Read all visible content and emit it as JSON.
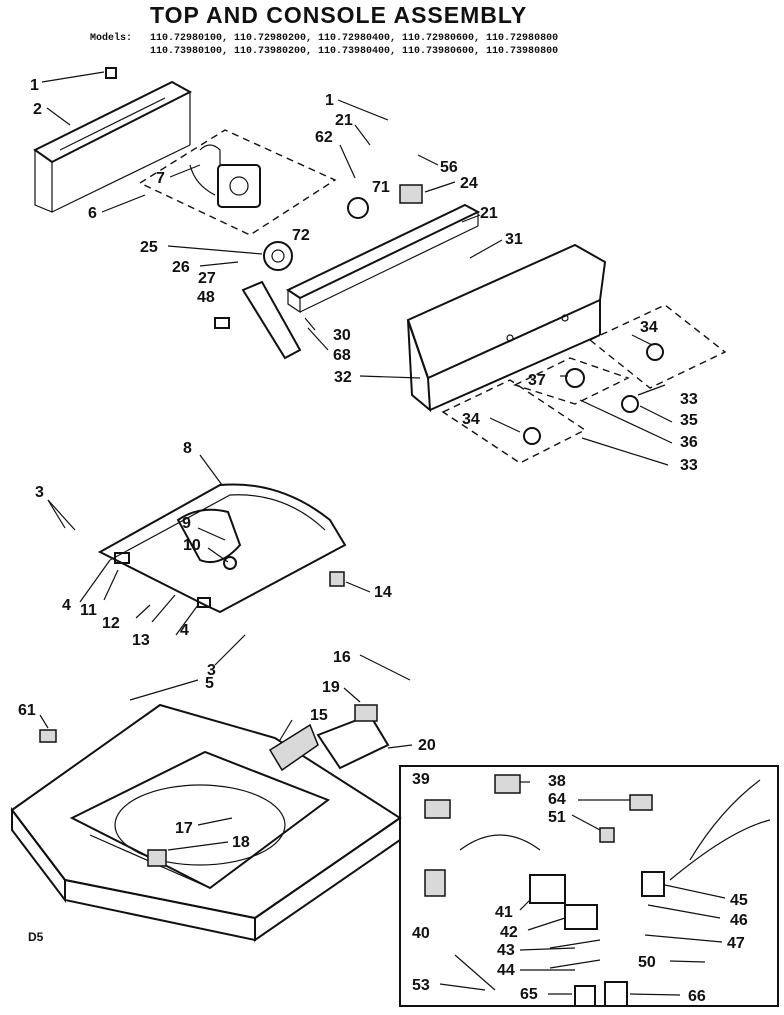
{
  "title": "TOP AND CONSOLE ASSEMBLY",
  "models_label": "Models:",
  "models": [
    "110.72980100, 110.72980200, 110.72980400, 110.72980600, 110.72980800",
    "110.73980100, 110.73980200, 110.73980400, 110.73980600, 110.73980800"
  ],
  "page_code": "D5",
  "callouts": {
    "c1a": "1",
    "c2": "2",
    "c6": "6",
    "c7": "7",
    "c1b": "1",
    "c21a": "21",
    "c62": "62",
    "c56": "56",
    "c24": "24",
    "c71": "71",
    "c21b": "21",
    "c31": "31",
    "c72": "72",
    "c25": "25",
    "c26": "26",
    "c27": "27",
    "c48": "48",
    "c30": "30",
    "c68": "68",
    "c32": "32",
    "c34a": "34",
    "c33a": "33",
    "c37": "37",
    "c35": "35",
    "c36": "36",
    "c34b": "34",
    "c33b": "33",
    "c8": "8",
    "c3a": "3",
    "c9": "9",
    "c10": "10",
    "c14": "14",
    "c4a": "4",
    "c11": "11",
    "c12": "12",
    "c13": "13",
    "c4b": "4",
    "c3b": "3",
    "c5": "5",
    "c61": "61",
    "c15": "15",
    "c16": "16",
    "c19": "19",
    "c20": "20",
    "c17": "17",
    "c18": "18",
    "c39": "39",
    "c38": "38",
    "c64": "64",
    "c51": "51",
    "c45": "45",
    "c46": "46",
    "c41": "41",
    "c42": "42",
    "c40": "40",
    "c47": "47",
    "c43": "43",
    "c50": "50",
    "c44": "44",
    "c53": "53",
    "c65": "65",
    "c66": "66"
  }
}
